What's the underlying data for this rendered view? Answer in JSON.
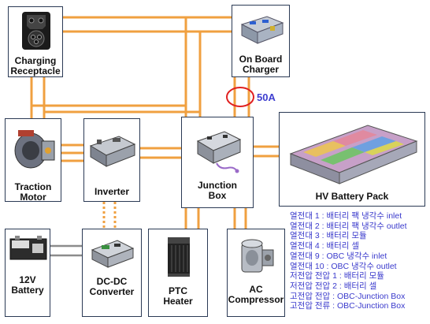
{
  "components": {
    "charging_receptacle": {
      "label_line1": "Charging",
      "label_line2": "Receptacle"
    },
    "on_board_charger": {
      "label_line1": "On Board",
      "label_line2": "Charger"
    },
    "traction_motor": {
      "label_line1": "Traction",
      "label_line2": "Motor"
    },
    "inverter": {
      "label": "Inverter"
    },
    "junction_box": {
      "label_line1": "Junction",
      "label_line2": "Box"
    },
    "hv_battery_pack": {
      "label": "HV Battery Pack"
    },
    "battery_12v": {
      "label_line1": "12V",
      "label_line2": "Battery"
    },
    "dc_dc_converter": {
      "label_line1": "DC-DC",
      "label_line2": "Converter"
    },
    "ptc_heater": {
      "label_line1": "PTC",
      "label_line2": "Heater"
    },
    "ac_compressor": {
      "label_line1": "AC",
      "label_line2": "Compressor"
    }
  },
  "current_marker": {
    "label": "50A"
  },
  "legend": [
    "열전대 1 : 배터리 팩 냉각수 inlet",
    "열전대 2 : 배터리 팩 냉각수 outlet",
    "열전대 3 : 배터리 모듈",
    "열전대 4 : 배터리 셀",
    "열전대 9 : OBC 냉각수 inlet",
    "열전대 10 : OBC 냉각수 outlet",
    "저전압 전압 1 : 배터리 모듈",
    "저전압 전압 2 : 배터리 셀",
    "고전압 전압 : OBC-Junction Box",
    "고전압 전류 : OBC-Junction Box"
  ],
  "colors": {
    "hv_wire": "#f0a040",
    "lv_wire": "#8c8c8c",
    "box_border": "#2b3a55",
    "legend_text": "#3a3acc",
    "marker": "#e02020"
  }
}
